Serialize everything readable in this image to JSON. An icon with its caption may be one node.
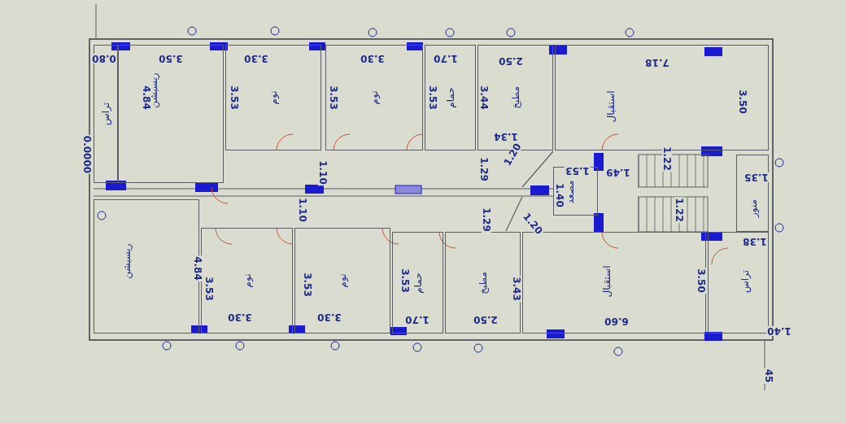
{
  "diagram": {
    "nodes": [
      {
        "text": [
          "تراس"
        ]
      },
      {
        "text": [
          "ريسبشن"
        ]
      },
      {
        "text": [
          "نوم"
        ]
      },
      {
        "text": [
          "نوم"
        ]
      },
      {
        "text": [
          "حمام"
        ]
      },
      {
        "text": [
          "مطبخ"
        ]
      },
      {
        "text": [
          "استقبال"
        ]
      },
      {
        "text": [
          "مصعد"
        ]
      },
      {
        "text": [
          "منور"
        ]
      },
      {
        "text": [
          "ريسبشن"
        ]
      },
      {
        "text": [
          "نوم"
        ]
      },
      {
        "text": [
          "نوم"
        ]
      },
      {
        "text": [
          "حمام"
        ]
      },
      {
        "text": [
          "مطبخ"
        ]
      },
      {
        "text": [
          "استقبال"
        ]
      },
      {
        "text": [
          "تراس"
        ]
      }
    ],
    "labels": [
      "0.80",
      "3.50",
      "3.30",
      "3.30",
      "1.70",
      "2.50",
      "7.18",
      "0.0000",
      "4.84",
      "3.53",
      "3.53",
      "3.53",
      "3.44",
      "3.50",
      "1.10",
      "1.34",
      "1.29",
      "1.20",
      "1.53",
      "1.40",
      "1.49",
      "1.22",
      "1.22",
      "1.35",
      "1.38",
      "1.10",
      "1.29",
      "1.20",
      "4.84",
      "3.53",
      "3.53",
      "3.53",
      "3.43",
      "3.50",
      "3.30",
      "3.30",
      "1.70",
      "2.50",
      "6.60",
      "1.40",
      "45"
    ]
  }
}
